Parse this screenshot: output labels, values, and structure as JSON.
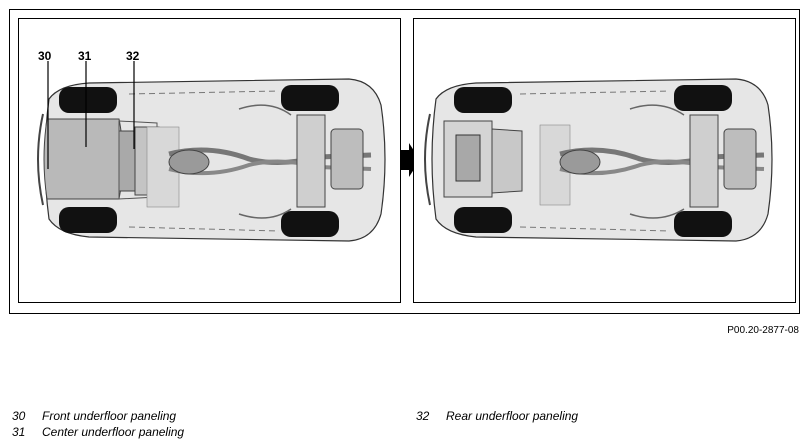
{
  "figure": {
    "callouts": [
      "30",
      "31",
      "32"
    ],
    "reference": "P00.20-2877-08"
  },
  "legend": [
    {
      "number": "30",
      "text": "Front underfloor paneling"
    },
    {
      "number": "31",
      "text": "Center underfloor paneling"
    },
    {
      "number": "32",
      "text": "Rear underfloor paneling"
    }
  ],
  "colors": {
    "panel_fill": "#b9b9b9",
    "body_fill": "#e6e6e6",
    "tire": "#111111",
    "arrow": "#000000"
  }
}
